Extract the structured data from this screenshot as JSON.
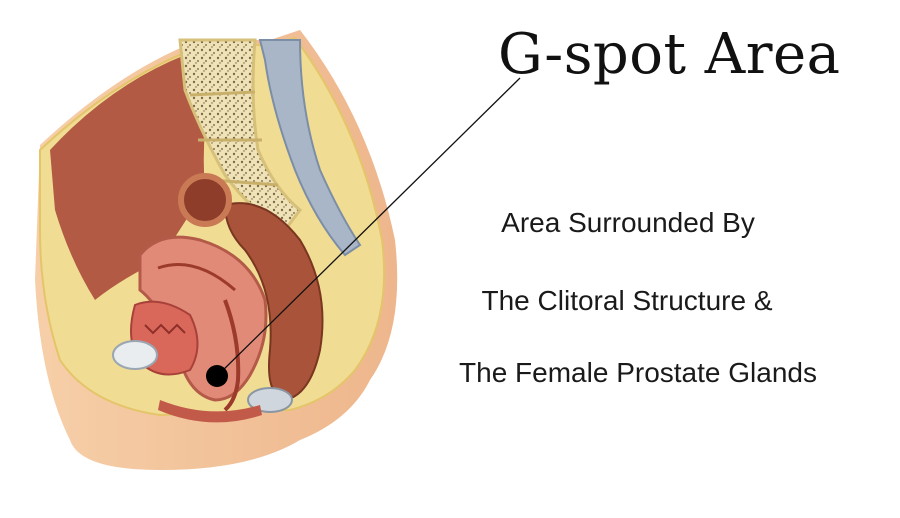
{
  "title": "G-spot Area",
  "description": [
    "Area Surrounded By",
    "The Clitoral Structure &",
    "The Female Prostate Glands"
  ],
  "colors": {
    "skin": "#f3c39a",
    "fat": "#f1dc94",
    "muscle": "#c0604a",
    "cavity": "#b25a44",
    "marker": "#000000"
  }
}
